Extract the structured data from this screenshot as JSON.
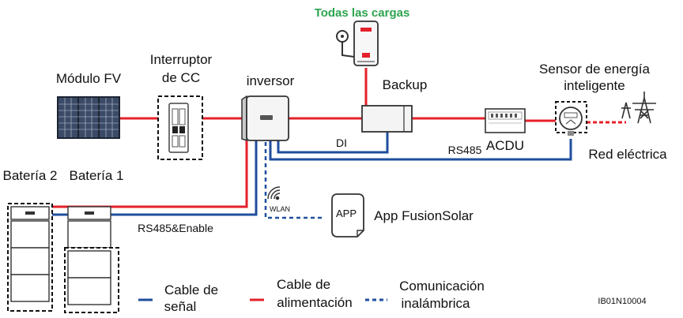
{
  "labels": {
    "all_loads": "Todas las cargas",
    "pv_module": "Módulo FV",
    "dc_switch_line1": "Interruptor",
    "dc_switch_line2": "de CC",
    "inverter": "inversor",
    "backup": "Backup",
    "energy_sensor_line1": "Sensor de energía",
    "energy_sensor_line2": "inteligente",
    "grid": "Red eléctrica",
    "acdu": "ACDU",
    "di": "DI",
    "rs485": "RS485",
    "battery2": "Batería 2",
    "battery1": "Batería 1",
    "rs485_enable": "RS485&Enable",
    "wlan": "WLAN",
    "app_icon": "APP",
    "app_name": "App FusionSolar",
    "figure_id": "IB01N10004"
  },
  "legend": {
    "signal_line1": "Cable de",
    "signal_line2": "señal",
    "power_line1": "Cable de",
    "power_line2": "alimentación",
    "wireless_line1": "Comunicación",
    "wireless_line2": "inalámbrica"
  },
  "colors": {
    "power": "#e5202a",
    "signal": "#1f4e9e",
    "title_green": "#2ea44f"
  }
}
